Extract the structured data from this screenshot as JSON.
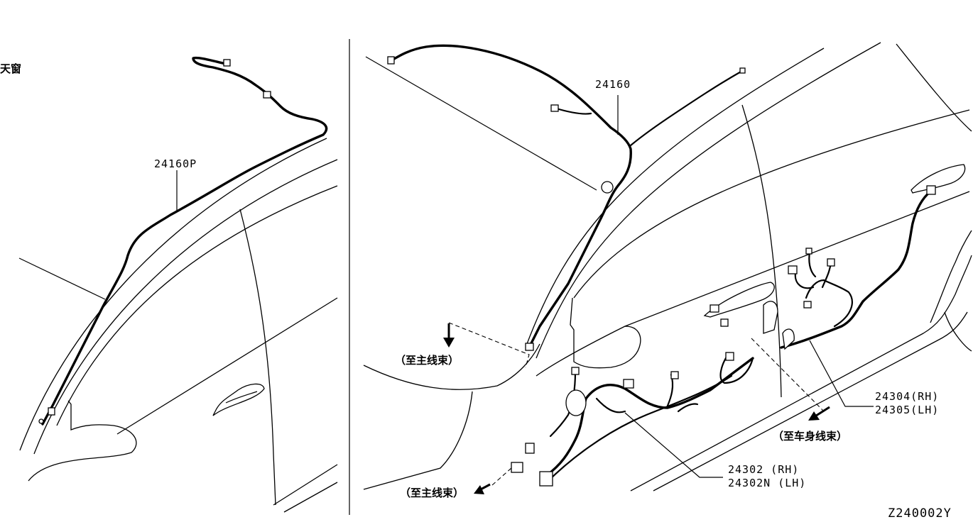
{
  "panel_left": {
    "sunroof_label": "天窗",
    "part_24160p": "24160P"
  },
  "panel_right": {
    "part_24160": "24160",
    "to_main_harness_1": "（至主线束）",
    "to_main_harness_2": "（至主线束）",
    "to_body_harness": "（至车身线束）",
    "part_24304": "24304(RH)",
    "part_24305": "24305(LH)",
    "part_24302": "24302  (RH)",
    "part_24302n": "24302N (LH)"
  },
  "diagram_code": "Z240002Y"
}
